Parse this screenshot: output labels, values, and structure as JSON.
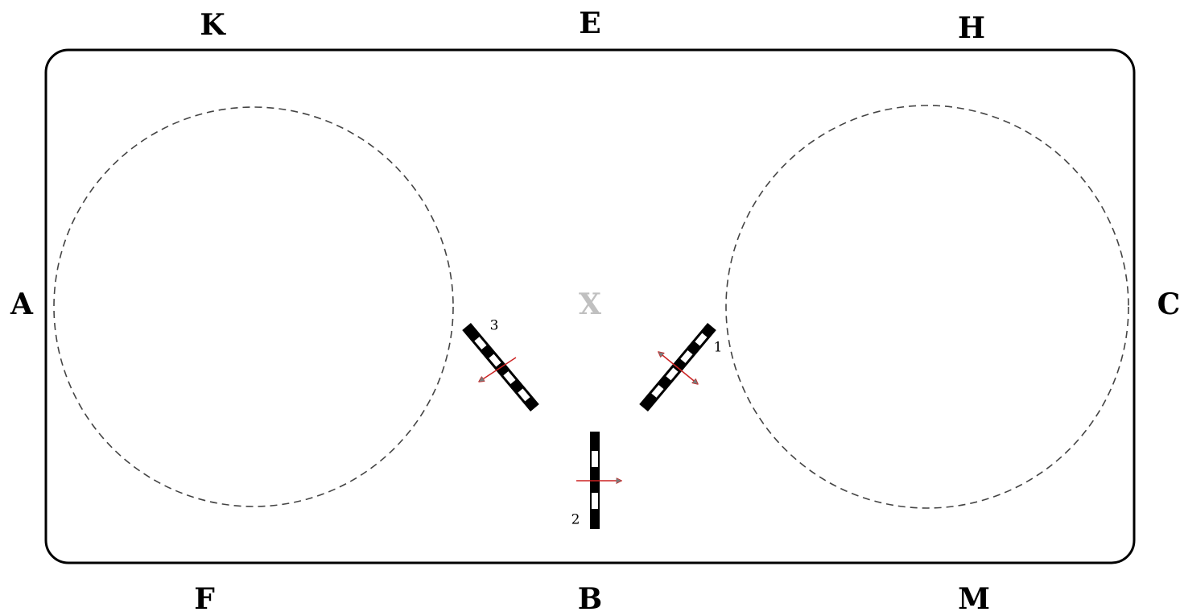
{
  "arena": {
    "markers": {
      "k": "K",
      "e": "E",
      "h": "H",
      "a": "A",
      "c": "C",
      "f": "F",
      "b": "B",
      "m": "M",
      "x": "X"
    },
    "circles": [
      {
        "name": "left-circle",
        "style": "dashed"
      },
      {
        "name": "right-circle",
        "style": "dashed"
      }
    ],
    "poles": [
      {
        "number": "1",
        "direction": "both-ways"
      },
      {
        "number": "2",
        "direction": "one-way"
      },
      {
        "number": "3",
        "direction": "one-way"
      }
    ]
  },
  "colors": {
    "outline": "#000000",
    "circle": "#444444",
    "pole": "#000000",
    "pole_stripe": "#ffffff",
    "arrow": "#cc2222",
    "arrow_fill": "#7a7a7a",
    "centre_letter": "#c0c0c0"
  }
}
